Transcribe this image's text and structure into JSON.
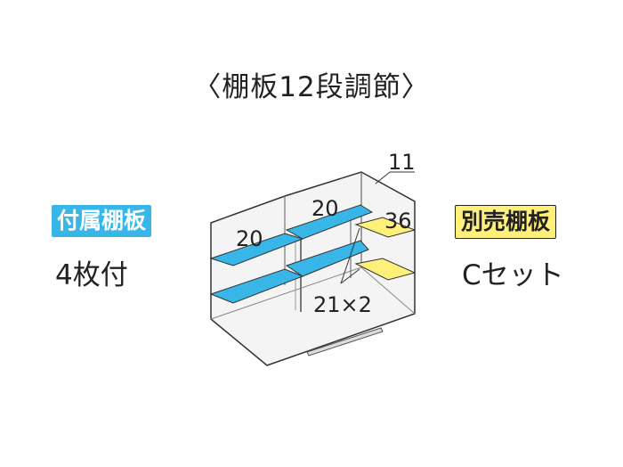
{
  "title": "〈棚板12段調節〉",
  "included": {
    "badge": "付属棚板",
    "value": "4枚付",
    "color": "#38b6e8"
  },
  "separate": {
    "badge": "別売棚板",
    "value": "Cセット",
    "color": "#fff07a"
  },
  "diagram": {
    "labels": {
      "top_right": "11",
      "left_shelf": "20",
      "center_shelf": "20",
      "right_shelf": "36",
      "bottom": "21×2"
    },
    "colors": {
      "shelf_blue": "#38b6e8",
      "shelf_yellow": "#fff07a",
      "cabinet_fill": "#f4f4f4"
    }
  }
}
